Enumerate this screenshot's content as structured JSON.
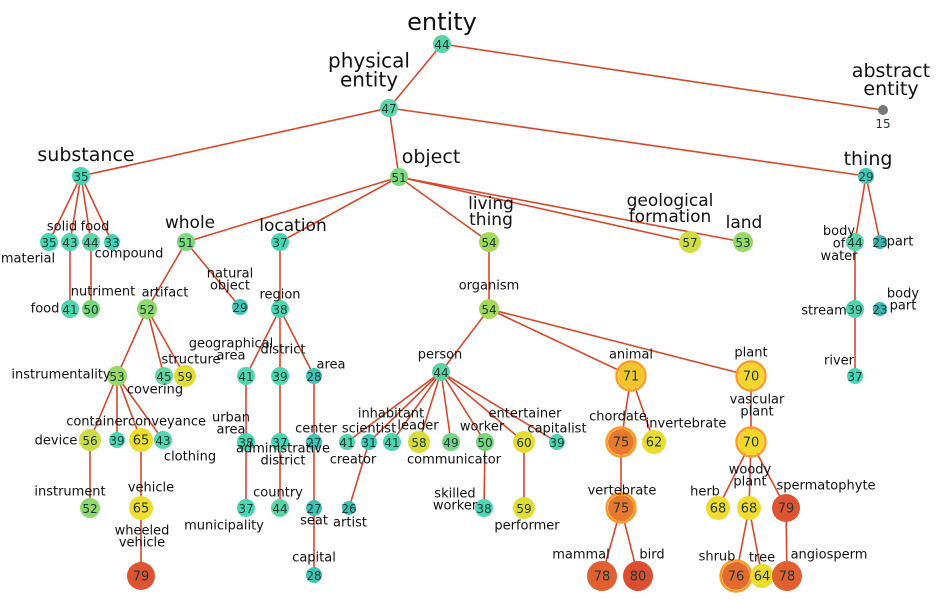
{
  "diagram": {
    "edges": [
      [
        "entity",
        "physical-entity"
      ],
      [
        "entity",
        "abstract-entity"
      ],
      [
        "physical-entity",
        "substance"
      ],
      [
        "physical-entity",
        "object"
      ],
      [
        "physical-entity",
        "thing"
      ],
      [
        "substance",
        "material"
      ],
      [
        "substance",
        "solid"
      ],
      [
        "substance",
        "food"
      ],
      [
        "substance",
        "compound"
      ],
      [
        "food",
        "nutriment"
      ],
      [
        "solid",
        "food2"
      ],
      [
        "object",
        "whole"
      ],
      [
        "object",
        "location"
      ],
      [
        "object",
        "living-thing"
      ],
      [
        "object",
        "geological-formation"
      ],
      [
        "object",
        "land"
      ],
      [
        "whole",
        "artifact"
      ],
      [
        "whole",
        "natural-object"
      ],
      [
        "artifact",
        "instrumentality"
      ],
      [
        "artifact",
        "covering"
      ],
      [
        "artifact",
        "structure"
      ],
      [
        "instrumentality",
        "device"
      ],
      [
        "instrumentality",
        "container"
      ],
      [
        "instrumentality",
        "conveyance"
      ],
      [
        "instrumentality",
        "clothing"
      ],
      [
        "device",
        "instrument"
      ],
      [
        "conveyance",
        "vehicle"
      ],
      [
        "vehicle",
        "wheeled-vehicle"
      ],
      [
        "location",
        "region"
      ],
      [
        "region",
        "geographical-area"
      ],
      [
        "region",
        "district"
      ],
      [
        "region",
        "area"
      ],
      [
        "geographical-area",
        "urban-area"
      ],
      [
        "urban-area",
        "municipality"
      ],
      [
        "district",
        "administrative-district"
      ],
      [
        "administrative-district",
        "country"
      ],
      [
        "area",
        "center"
      ],
      [
        "center",
        "seat"
      ],
      [
        "seat",
        "capital"
      ],
      [
        "living-thing",
        "organism"
      ],
      [
        "organism",
        "person"
      ],
      [
        "organism",
        "animal"
      ],
      [
        "organism",
        "plant"
      ],
      [
        "person",
        "scientist"
      ],
      [
        "person",
        "inhabitant"
      ],
      [
        "person",
        "leader"
      ],
      [
        "person",
        "communicator"
      ],
      [
        "person",
        "worker"
      ],
      [
        "person",
        "entertainer"
      ],
      [
        "person",
        "capitalist"
      ],
      [
        "person",
        "creator"
      ],
      [
        "creator",
        "artist"
      ],
      [
        "worker",
        "skilled-worker"
      ],
      [
        "entertainer",
        "performer"
      ],
      [
        "animal",
        "chordate"
      ],
      [
        "animal",
        "invertebrate"
      ],
      [
        "chordate",
        "vertebrate"
      ],
      [
        "vertebrate",
        "mammal"
      ],
      [
        "vertebrate",
        "bird"
      ],
      [
        "plant",
        "vascular-plant"
      ],
      [
        "vascular-plant",
        "woody-plant"
      ],
      [
        "vascular-plant",
        "herb"
      ],
      [
        "vascular-plant",
        "spermatophyte"
      ],
      [
        "woody-plant",
        "shrub"
      ],
      [
        "woody-plant",
        "tree"
      ],
      [
        "spermatophyte",
        "angiosperm"
      ],
      [
        "thing",
        "body-of-water"
      ],
      [
        "thing",
        "body-part"
      ],
      [
        "body-of-water",
        "stream"
      ],
      [
        "stream",
        "river"
      ]
    ],
    "nodes": [
      {
        "id": "entity",
        "value": "44",
        "label": "entity",
        "color": "#5bd3a5",
        "ring": false
      },
      {
        "id": "physical-entity",
        "value": "47",
        "label": "physical entity",
        "color": "#5bd3a5",
        "ring": false
      },
      {
        "id": "abstract-entity",
        "value": "15",
        "label": "abstract entity",
        "color": "#777777",
        "ring": false
      },
      {
        "id": "substance",
        "value": "35",
        "label": "substance",
        "color": "#45d6b5",
        "ring": false
      },
      {
        "id": "object",
        "value": "51",
        "label": "object",
        "color": "#7cd87a",
        "ring": false
      },
      {
        "id": "thing",
        "value": "29",
        "label": "thing",
        "color": "#3fc6b4",
        "ring": false
      },
      {
        "id": "material",
        "value": "35",
        "label": "material",
        "color": "#45d6b5",
        "ring": false
      },
      {
        "id": "solid",
        "value": "43",
        "label": "solid",
        "color": "#53d6ad",
        "ring": false
      },
      {
        "id": "food",
        "value": "44",
        "label": "food",
        "color": "#5bd3a5",
        "ring": false
      },
      {
        "id": "compound",
        "value": "33",
        "label": "compound",
        "color": "#42d3b6",
        "ring": false
      },
      {
        "id": "food2",
        "value": "41",
        "label": "food",
        "color": "#4fd5ad",
        "ring": false
      },
      {
        "id": "nutriment",
        "value": "50",
        "label": "nutriment",
        "color": "#78d67c",
        "ring": false
      },
      {
        "id": "whole",
        "value": "51",
        "label": "whole",
        "color": "#7cd87a",
        "ring": false
      },
      {
        "id": "location",
        "value": "37",
        "label": "location",
        "color": "#47d6b3",
        "ring": false
      },
      {
        "id": "living-thing",
        "value": "54",
        "label": "living thing",
        "color": "#a5d95b",
        "ring": false
      },
      {
        "id": "geological-formation",
        "value": "57",
        "label": "geological formation",
        "color": "#d2dc3e",
        "ring": false
      },
      {
        "id": "land",
        "value": "53",
        "label": "land",
        "color": "#98d864",
        "ring": false
      },
      {
        "id": "artifact",
        "value": "52",
        "label": "artifact",
        "color": "#8fd86b",
        "ring": false
      },
      {
        "id": "natural-object",
        "value": "29",
        "label": "natural object",
        "color": "#3fc6b4",
        "ring": false
      },
      {
        "id": "instrumentality",
        "value": "53",
        "label": "instrumentality",
        "color": "#98d864",
        "ring": false
      },
      {
        "id": "covering",
        "value": "45",
        "label": "covering",
        "color": "#62d69e",
        "ring": false
      },
      {
        "id": "structure",
        "value": "59",
        "label": "structure",
        "color": "#e2dd34",
        "ring": false
      },
      {
        "id": "device",
        "value": "56",
        "label": "device",
        "color": "#cddb44",
        "ring": false
      },
      {
        "id": "container",
        "value": "39",
        "label": "container",
        "color": "#4cd6b0",
        "ring": false
      },
      {
        "id": "conveyance",
        "value": "65",
        "label": "conveyance",
        "color": "#eedc2e",
        "ring": false
      },
      {
        "id": "clothing",
        "value": "43",
        "label": "clothing",
        "color": "#53d6ad",
        "ring": false
      },
      {
        "id": "instrument",
        "value": "52",
        "label": "instrument",
        "color": "#8fd86b",
        "ring": false
      },
      {
        "id": "vehicle",
        "value": "65",
        "label": "vehicle",
        "color": "#eedc2e",
        "ring": false
      },
      {
        "id": "wheeled-vehicle",
        "value": "79",
        "label": "wheeled vehicle",
        "color": "#de5331",
        "ring": false
      },
      {
        "id": "region",
        "value": "38",
        "label": "region",
        "color": "#4ad6b1",
        "ring": false
      },
      {
        "id": "geographical-area",
        "value": "41",
        "label": "geographical area",
        "color": "#4fd5ad",
        "ring": false
      },
      {
        "id": "district",
        "value": "39",
        "label": "district",
        "color": "#4cd6b0",
        "ring": false
      },
      {
        "id": "area",
        "value": "28",
        "label": "area",
        "color": "#3ec4b4",
        "ring": false
      },
      {
        "id": "urban-area",
        "value": "38",
        "label": "urban area",
        "color": "#4ad6b1",
        "ring": false
      },
      {
        "id": "municipality",
        "value": "37",
        "label": "municipality",
        "color": "#47d6b3",
        "ring": false
      },
      {
        "id": "administrative-district",
        "value": "37",
        "label": "administrative district",
        "color": "#47d6b3",
        "ring": false
      },
      {
        "id": "country",
        "value": "44",
        "label": "country",
        "color": "#5bd3a5",
        "ring": false
      },
      {
        "id": "center",
        "value": "27",
        "label": "center",
        "color": "#3cc2b4",
        "ring": false
      },
      {
        "id": "seat",
        "value": "27",
        "label": "seat",
        "color": "#3cc2b4",
        "ring": false
      },
      {
        "id": "capital",
        "value": "28",
        "label": "capital",
        "color": "#3ec4b4",
        "ring": false
      },
      {
        "id": "organism",
        "value": "54",
        "label": "organism",
        "color": "#a5d95b",
        "ring": false
      },
      {
        "id": "person",
        "value": "44",
        "label": "person",
        "color": "#5bd3a5",
        "ring": false
      },
      {
        "id": "animal",
        "value": "71",
        "label": "animal",
        "color": "#f2c62a",
        "ring": true
      },
      {
        "id": "plant",
        "value": "70",
        "label": "plant",
        "color": "#f5d72b",
        "ring": true
      },
      {
        "id": "scientist",
        "value": "41",
        "label": "scientist",
        "color": "#4fd5ad",
        "ring": false
      },
      {
        "id": "inhabitant",
        "value": "41",
        "label": "inhabitant",
        "color": "#4fd5ad",
        "ring": false
      },
      {
        "id": "leader",
        "value": "58",
        "label": "leader",
        "color": "#dadc38",
        "ring": false
      },
      {
        "id": "communicator",
        "value": "49",
        "label": "communicator",
        "color": "#72d682",
        "ring": false
      },
      {
        "id": "worker",
        "value": "50",
        "label": "worker",
        "color": "#78d67c",
        "ring": false
      },
      {
        "id": "entertainer",
        "value": "60",
        "label": "entertainer",
        "color": "#e6dc31",
        "ring": false
      },
      {
        "id": "capitalist",
        "value": "39",
        "label": "capitalist",
        "color": "#4cd6b0",
        "ring": false
      },
      {
        "id": "creator",
        "value": "31",
        "label": "creator",
        "color": "#40cbb5",
        "ring": false
      },
      {
        "id": "artist",
        "value": "26",
        "label": "artist",
        "color": "#3bbfb3",
        "ring": false
      },
      {
        "id": "skilled-worker",
        "value": "38",
        "label": "skilled worker",
        "color": "#4ad6b1",
        "ring": false
      },
      {
        "id": "performer",
        "value": "59",
        "label": "performer",
        "color": "#e2dd34",
        "ring": false
      },
      {
        "id": "chordate",
        "value": "75",
        "label": "chordate",
        "color": "#e8792c",
        "ring": true
      },
      {
        "id": "invertebrate",
        "value": "62",
        "label": "invertebrate",
        "color": "#eadc2f",
        "ring": false
      },
      {
        "id": "vertebrate",
        "value": "75",
        "label": "vertebrate",
        "color": "#e8792c",
        "ring": true
      },
      {
        "id": "mammal",
        "value": "78",
        "label": "mammal",
        "color": "#e0602f",
        "ring": false
      },
      {
        "id": "bird",
        "value": "80",
        "label": "bird",
        "color": "#dc4e31",
        "ring": false
      },
      {
        "id": "vascular-plant",
        "value": "70",
        "label": "vascular plant",
        "color": "#f5d72b",
        "ring": true
      },
      {
        "id": "woody-plant",
        "value": "68",
        "label": "woody plant",
        "color": "#f1dc2d",
        "ring": false
      },
      {
        "id": "herb",
        "value": "68",
        "label": "herb",
        "color": "#f1dc2d",
        "ring": false
      },
      {
        "id": "spermatophyte",
        "value": "79",
        "label": "spermatophyte",
        "color": "#de5331",
        "ring": false
      },
      {
        "id": "shrub",
        "value": "76",
        "label": "shrub",
        "color": "#e46b2e",
        "ring": true
      },
      {
        "id": "tree",
        "value": "64",
        "label": "tree",
        "color": "#ecdc2e",
        "ring": false
      },
      {
        "id": "angiosperm",
        "value": "78",
        "label": "angiosperm",
        "color": "#e0602f",
        "ring": false
      },
      {
        "id": "body-of-water",
        "value": "44",
        "label": "body of water",
        "color": "#5bd3a5",
        "ring": false
      },
      {
        "id": "body-part",
        "value": "23",
        "label": "part",
        "color": "#3ab6b0",
        "ring": false
      },
      {
        "id": "stream",
        "value": "39",
        "label": "stream",
        "color": "#4cd6b0",
        "ring": false
      },
      {
        "id": "river",
        "value": "37",
        "label": "river",
        "color": "#47d6b3",
        "ring": false
      },
      {
        "id": "body-part-2",
        "value": "23",
        "label": "body part",
        "color": "#3ab6b0",
        "ring": false
      }
    ]
  }
}
